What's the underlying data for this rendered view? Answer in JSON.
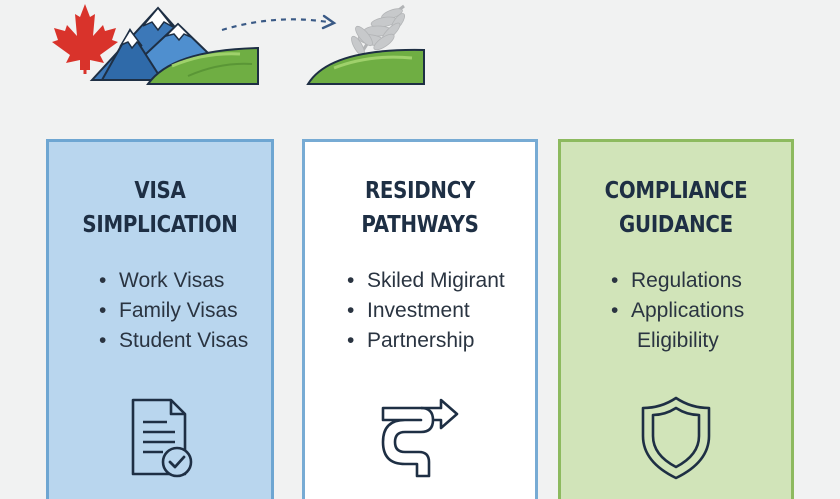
{
  "cards": [
    {
      "title_line1": "VISA",
      "title_line2": "SIMPLICATION",
      "items": [
        "Work Visas",
        "Family Visas",
        "Student Visas"
      ],
      "icon": "document-check-icon",
      "color": "#b9d6ee"
    },
    {
      "title_line1": "RESIDNCY",
      "title_line2": "PATHWAYS",
      "items": [
        "Skiled Migirant",
        "Investment",
        "Partnership"
      ],
      "icon": "pathway-arrow-icon",
      "color": "#ffffff"
    },
    {
      "title_line1": "COMPLIANCE",
      "title_line2": "GUIDANCE",
      "items": [
        "Regulations",
        "Applications",
        "Eligibility"
      ],
      "icon": "shield-icon",
      "color": "#d1e4b9"
    }
  ],
  "banner": {
    "icons": [
      "maple-leaf-icon",
      "mountain-icon",
      "green-hill-icon",
      "dashed-arrow-icon",
      "fern-leaf-icon"
    ]
  }
}
